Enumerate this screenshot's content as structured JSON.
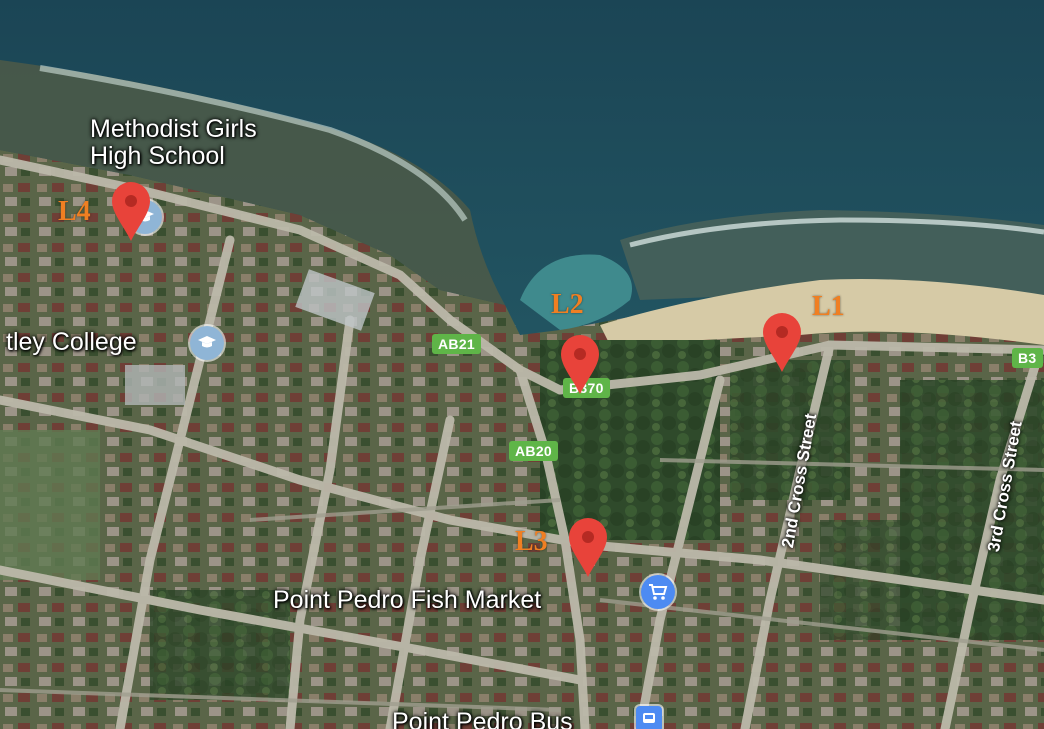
{
  "colors": {
    "sea_deep": "#1d4a5a",
    "sea_shallow": "#3f7f86",
    "surf": "#e6f2f0",
    "beach": "#d9cda9",
    "land": "#5f6a4b",
    "vegetation": "#2f4a2b",
    "road": "#b7b5a6",
    "shield": "#5fb548",
    "pin": "#e8433a",
    "location_label": "#f07f22",
    "school_icon": "#8fb5d6",
    "shop_icon": "#4d8bf2"
  },
  "poi": {
    "methodist_line1": "Methodist Girls",
    "methodist_line2": "High School",
    "college": "tley College",
    "fish_market": "Point Pedro Fish Market",
    "bus": "Point Pedro Bus"
  },
  "roads": {
    "ab21": "AB21",
    "b370": "B370",
    "ab20": "AB20",
    "b3": "B3"
  },
  "streets": {
    "second_cross": "2nd Cross Street",
    "third_cross": "3rd Cross Street"
  },
  "locations": [
    {
      "id": "L1",
      "label": "L1"
    },
    {
      "id": "L2",
      "label": "L2"
    },
    {
      "id": "L3",
      "label": "L3"
    },
    {
      "id": "L4",
      "label": "L4"
    }
  ],
  "icons": {
    "school": "graduation-cap-icon",
    "shop": "shopping-cart-icon",
    "bus": "bus-icon",
    "marker": "map-pin-icon"
  }
}
